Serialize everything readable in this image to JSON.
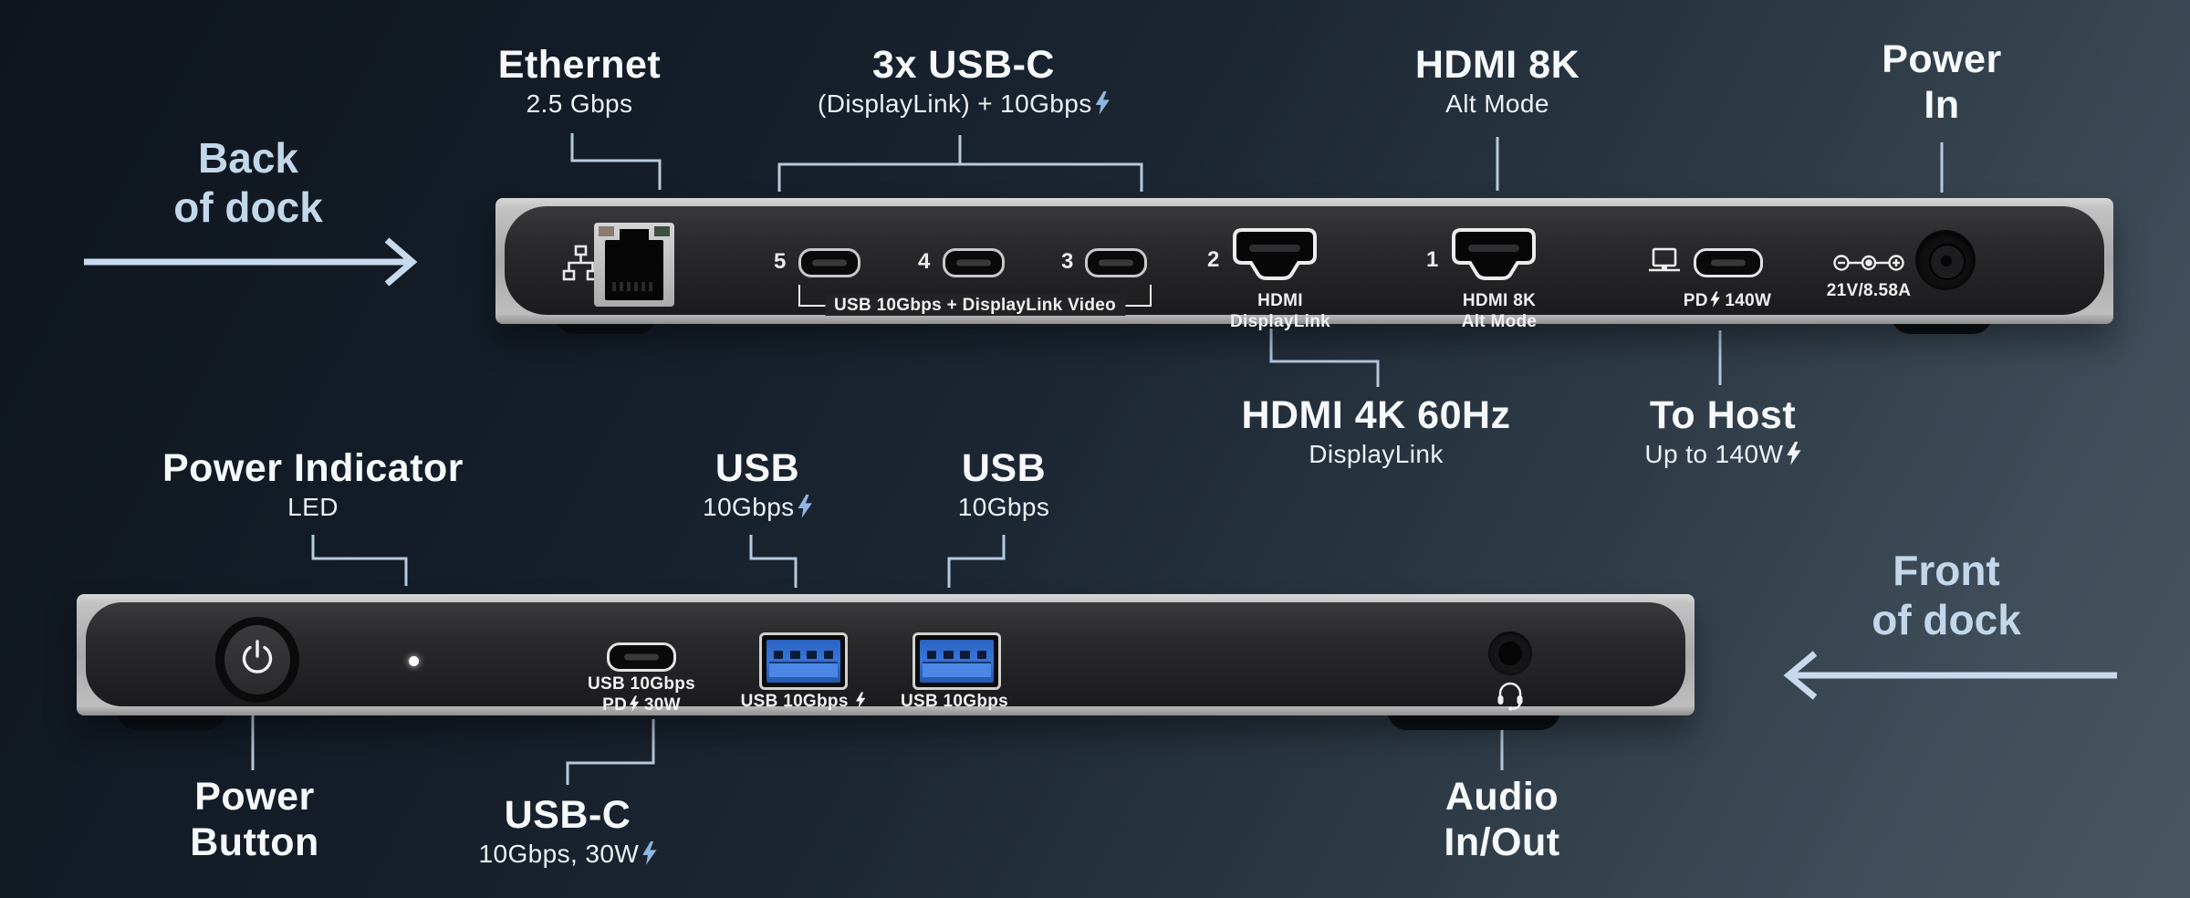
{
  "colors": {
    "accent_blue": "#c3d7ea",
    "callout_line": "#b6cadf",
    "bolt_blue": "#8fb5e3",
    "usb_a_blue": "#3574da",
    "label_white": "#f6f8fa"
  },
  "icons": {
    "ethernet": "network-nodes",
    "laptop": "host-computer",
    "dc_polarity": "center-positive-polarity",
    "power": "power-symbol",
    "headset": "headphones-with-mic",
    "lightning": "fast-charge-bolt"
  },
  "back": {
    "direction_l1": "Back",
    "direction_l2": "of dock",
    "ethernet_title": "Ethernet",
    "ethernet_sub": "2.5 Gbps",
    "usbc_title": "3x USB-C",
    "usbc_sub": "(DisplayLink) + 10Gbps",
    "hdmi8k_title": "HDMI 8K",
    "hdmi8k_sub": "Alt Mode",
    "powerin_l1": "Power",
    "powerin_l2": "In",
    "hdmi4k_title": "HDMI 4K 60Hz",
    "hdmi4k_sub": "DisplayLink",
    "tohost_title": "To Host",
    "tohost_sub": "Up to 140W",
    "panel": {
      "port5": "5",
      "port4": "4",
      "port3": "3",
      "bracket": "USB 10Gbps + DisplayLink Video",
      "hdmi2_num": "2",
      "hdmi2_l1": "HDMI",
      "hdmi2_l2": "DisplayLink",
      "hdmi1_num": "1",
      "hdmi1_l1": "HDMI 8K",
      "hdmi1_l2": "Alt Mode",
      "pd_prefix": "PD",
      "pd_suffix": "140W",
      "dc": "21V/8.58A"
    }
  },
  "front": {
    "direction_l1": "Front",
    "direction_l2": "of dock",
    "pi_title": "Power Indicator",
    "pi_sub": "LED",
    "usb1_title": "USB",
    "usb1_sub": "10Gbps",
    "usb2_title": "USB",
    "usb2_sub": "10Gbps",
    "pb_l1": "Power",
    "pb_l2": "Button",
    "usbc_title": "USB-C",
    "usbc_sub": "10Gbps, 30W",
    "audio_l1": "Audio",
    "audio_l2": "In/Out",
    "panel": {
      "usbc_l1": "USB 10Gbps",
      "usbc_pd": "PD",
      "usbc_w": "30W",
      "usba1": "USB 10Gbps",
      "usba2": "USB 10Gbps"
    }
  }
}
